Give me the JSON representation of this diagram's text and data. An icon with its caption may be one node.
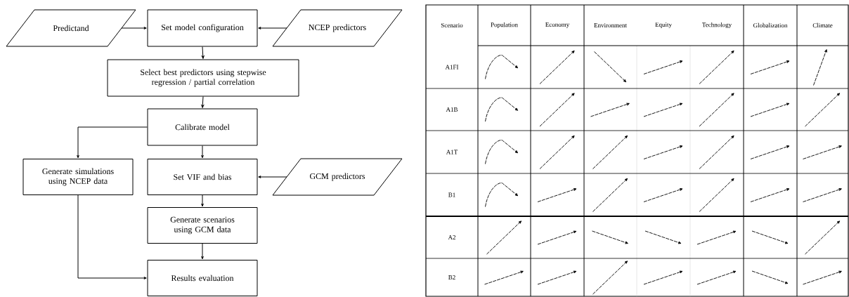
{
  "diagram": {
    "nodes": [
      {
        "text": [
          "Predictand"
        ]
      },
      {
        "text": [
          "Set model configuration"
        ]
      },
      {
        "text": [
          "NCEP predictors"
        ]
      },
      {
        "text": [
          "Select best predictors using stepwise regression / partial correlation"
        ]
      },
      {
        "text": [
          "Calibrate model"
        ]
      },
      {
        "text": [
          "Generate simulations using NCEP data"
        ]
      },
      {
        "text": [
          "Set VIF and bias"
        ]
      },
      {
        "text": [
          "GCM predictors"
        ]
      },
      {
        "text": [
          "Generate scenarios using GCM data"
        ]
      },
      {
        "text": [
          "Results evaluation"
        ]
      }
    ],
    "edges": [
      {
        "from": 0,
        "to": 1,
        "arrow": "to"
      },
      {
        "from": 2,
        "to": 1,
        "arrow": "to"
      },
      {
        "from": 1,
        "to": 3,
        "arrow": "to"
      },
      {
        "from": 3,
        "to": 4,
        "arrow": "to"
      },
      {
        "from": 4,
        "to": 5,
        "arrow": "to"
      },
      {
        "from": 4,
        "to": 6,
        "arrow": "to"
      },
      {
        "from": 7,
        "to": 6,
        "arrow": "to"
      },
      {
        "from": 6,
        "to": 8,
        "arrow": "to"
      },
      {
        "from": 8,
        "to": 9,
        "arrow": "to"
      },
      {
        "from": 5,
        "to": 9,
        "arrow": "to"
      }
    ],
    "labels": [
      "Scenario",
      "Population",
      "Economy",
      "Environment",
      "Equity",
      "Technology",
      "Globalization",
      "Climate",
      "A1FI",
      "A1B",
      "A1T",
      "B1",
      "A2",
      "B2"
    ]
  }
}
